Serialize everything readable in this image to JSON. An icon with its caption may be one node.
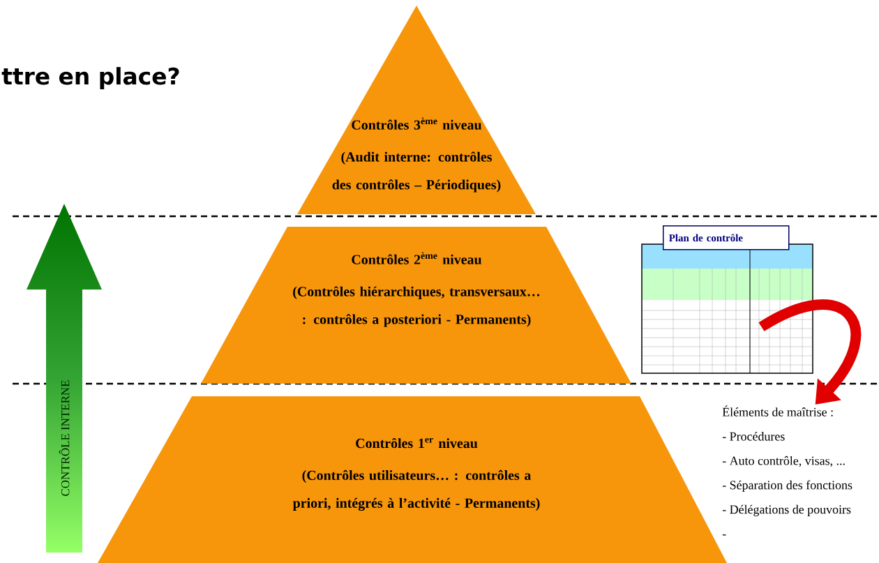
{
  "diagram": {
    "title": "ttre en place?",
    "nodes": [
      {
        "text": [
          "Contrôles 3$^{ème}$ niveau",
          "(Audit interne: contrôles des contrôles – Périodiques)"
        ]
      },
      {
        "text": [
          "Contrôles 2$^{ème}$ niveau",
          "(Contrôles hiérarchiques, transversaux… : contrôles a posteriori - Permanents)"
        ]
      },
      {
        "text": [
          "Contrôles 1$^{er}$ niveau",
          "(Contrôles utilisateurs… : contrôles a priori, intégrés à l’activité - Permanents)"
        ]
      },
      {
        "text": [
          "Plan de contrôle"
        ]
      },
      {
        "text": [
          "Éléments de maîtrise :",
          "- Procédures",
          "- Auto contrôle, visas, ...",
          "- Séparation des fonctions",
          "- Délégations de pouvoirs",
          "-"
        ]
      },
      {
        "text": [
          "CONTRÔLE INTERNE"
        ]
      }
    ],
    "edges": [
      {
        "from": 3,
        "to": 4,
        "arrow": "to"
      }
    ]
  }
}
